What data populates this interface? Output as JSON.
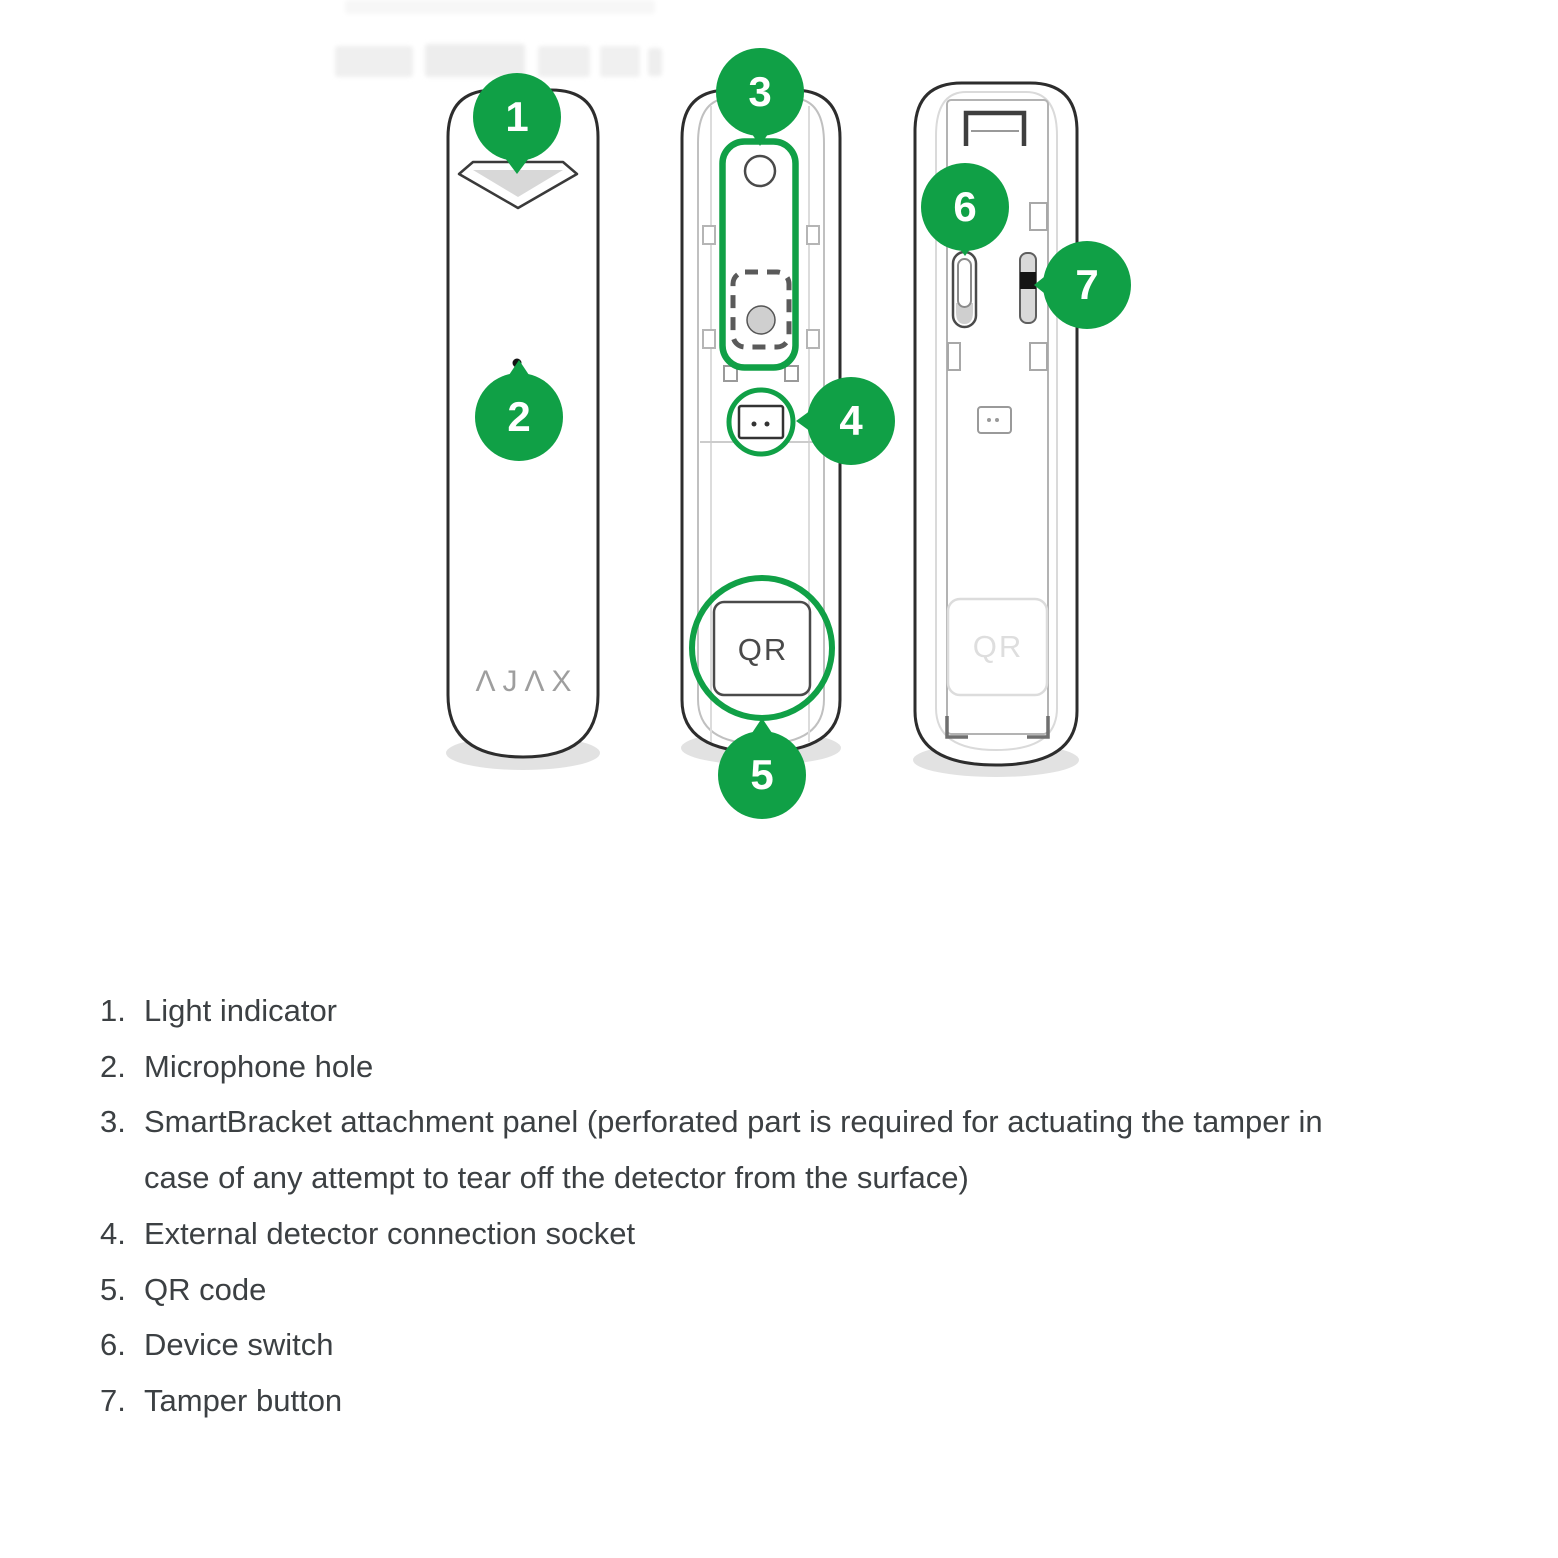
{
  "diagram": {
    "brand_logo": "ΛJΛX",
    "qr_front_label": "QR",
    "qr_back_label": "QR",
    "callouts": [
      "1",
      "2",
      "3",
      "4",
      "5",
      "6",
      "7"
    ],
    "accent_green": "#10A046",
    "outline_color": "#2D2D2D",
    "text_color": "#3C4043"
  },
  "legend": {
    "items": [
      {
        "number": "1.",
        "label": "Light indicator"
      },
      {
        "number": "2.",
        "label": "Microphone hole"
      },
      {
        "number": "3.",
        "label": "SmartBracket attachment panel (perforated part is required for actuating the tamper in case of any attempt to tear off the detector from the surface)"
      },
      {
        "number": "4.",
        "label": "External detector connection socket"
      },
      {
        "number": "5.",
        "label": "QR code"
      },
      {
        "number": "6.",
        "label": "Device switch"
      },
      {
        "number": "7.",
        "label": "Tamper button"
      }
    ]
  }
}
